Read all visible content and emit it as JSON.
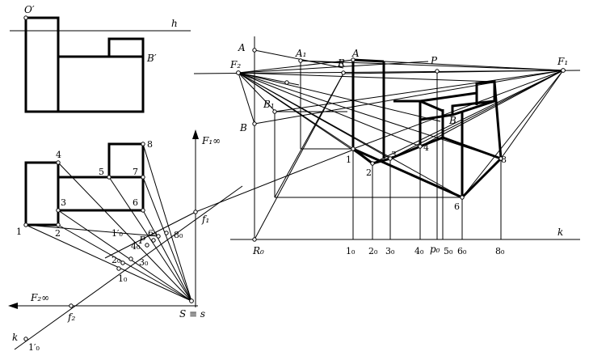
{
  "labels": {
    "O_prime": "O′",
    "h": "h",
    "B_prime": "B′",
    "F_inf1": "F₁∞",
    "f1": "f₁",
    "F_inf2": "F₂∞",
    "f2": "f₂",
    "k_left": "k",
    "one0_prime_bottom": "1′₀",
    "S_eq_s": "S ≡ s",
    "one0_prime": "1′₀",
    "P_left": "P",
    "six0_left": "6₀",
    "eight0_left": "8₀",
    "four0_left": "4₀",
    "two0_left": "2₀",
    "three0_left": "3₀",
    "one0_left": "1₀",
    "plan1": "1",
    "plan2": "2",
    "plan3": "3",
    "plan4": "4",
    "plan5": "5",
    "plan6": "6",
    "plan7": "7",
    "plan8": "8",
    "A": "A",
    "A1": "A₁",
    "R": "R",
    "A_top": "A",
    "P_top": "P",
    "F1": "F₁",
    "F2": "F₂",
    "B1": "B₁",
    "B": "B",
    "B_right": "B",
    "R0": "R₀",
    "k_right": "k",
    "p1": "1",
    "p2": "2",
    "p3": "3",
    "p4": "4",
    "p6": "6",
    "p8": "8",
    "b10": "1₀",
    "b20": "2₀",
    "b30": "3₀",
    "b40": "4₀",
    "bp0": "p₀",
    "b50": "5₀",
    "b60": "6₀",
    "b80": "8₀"
  }
}
